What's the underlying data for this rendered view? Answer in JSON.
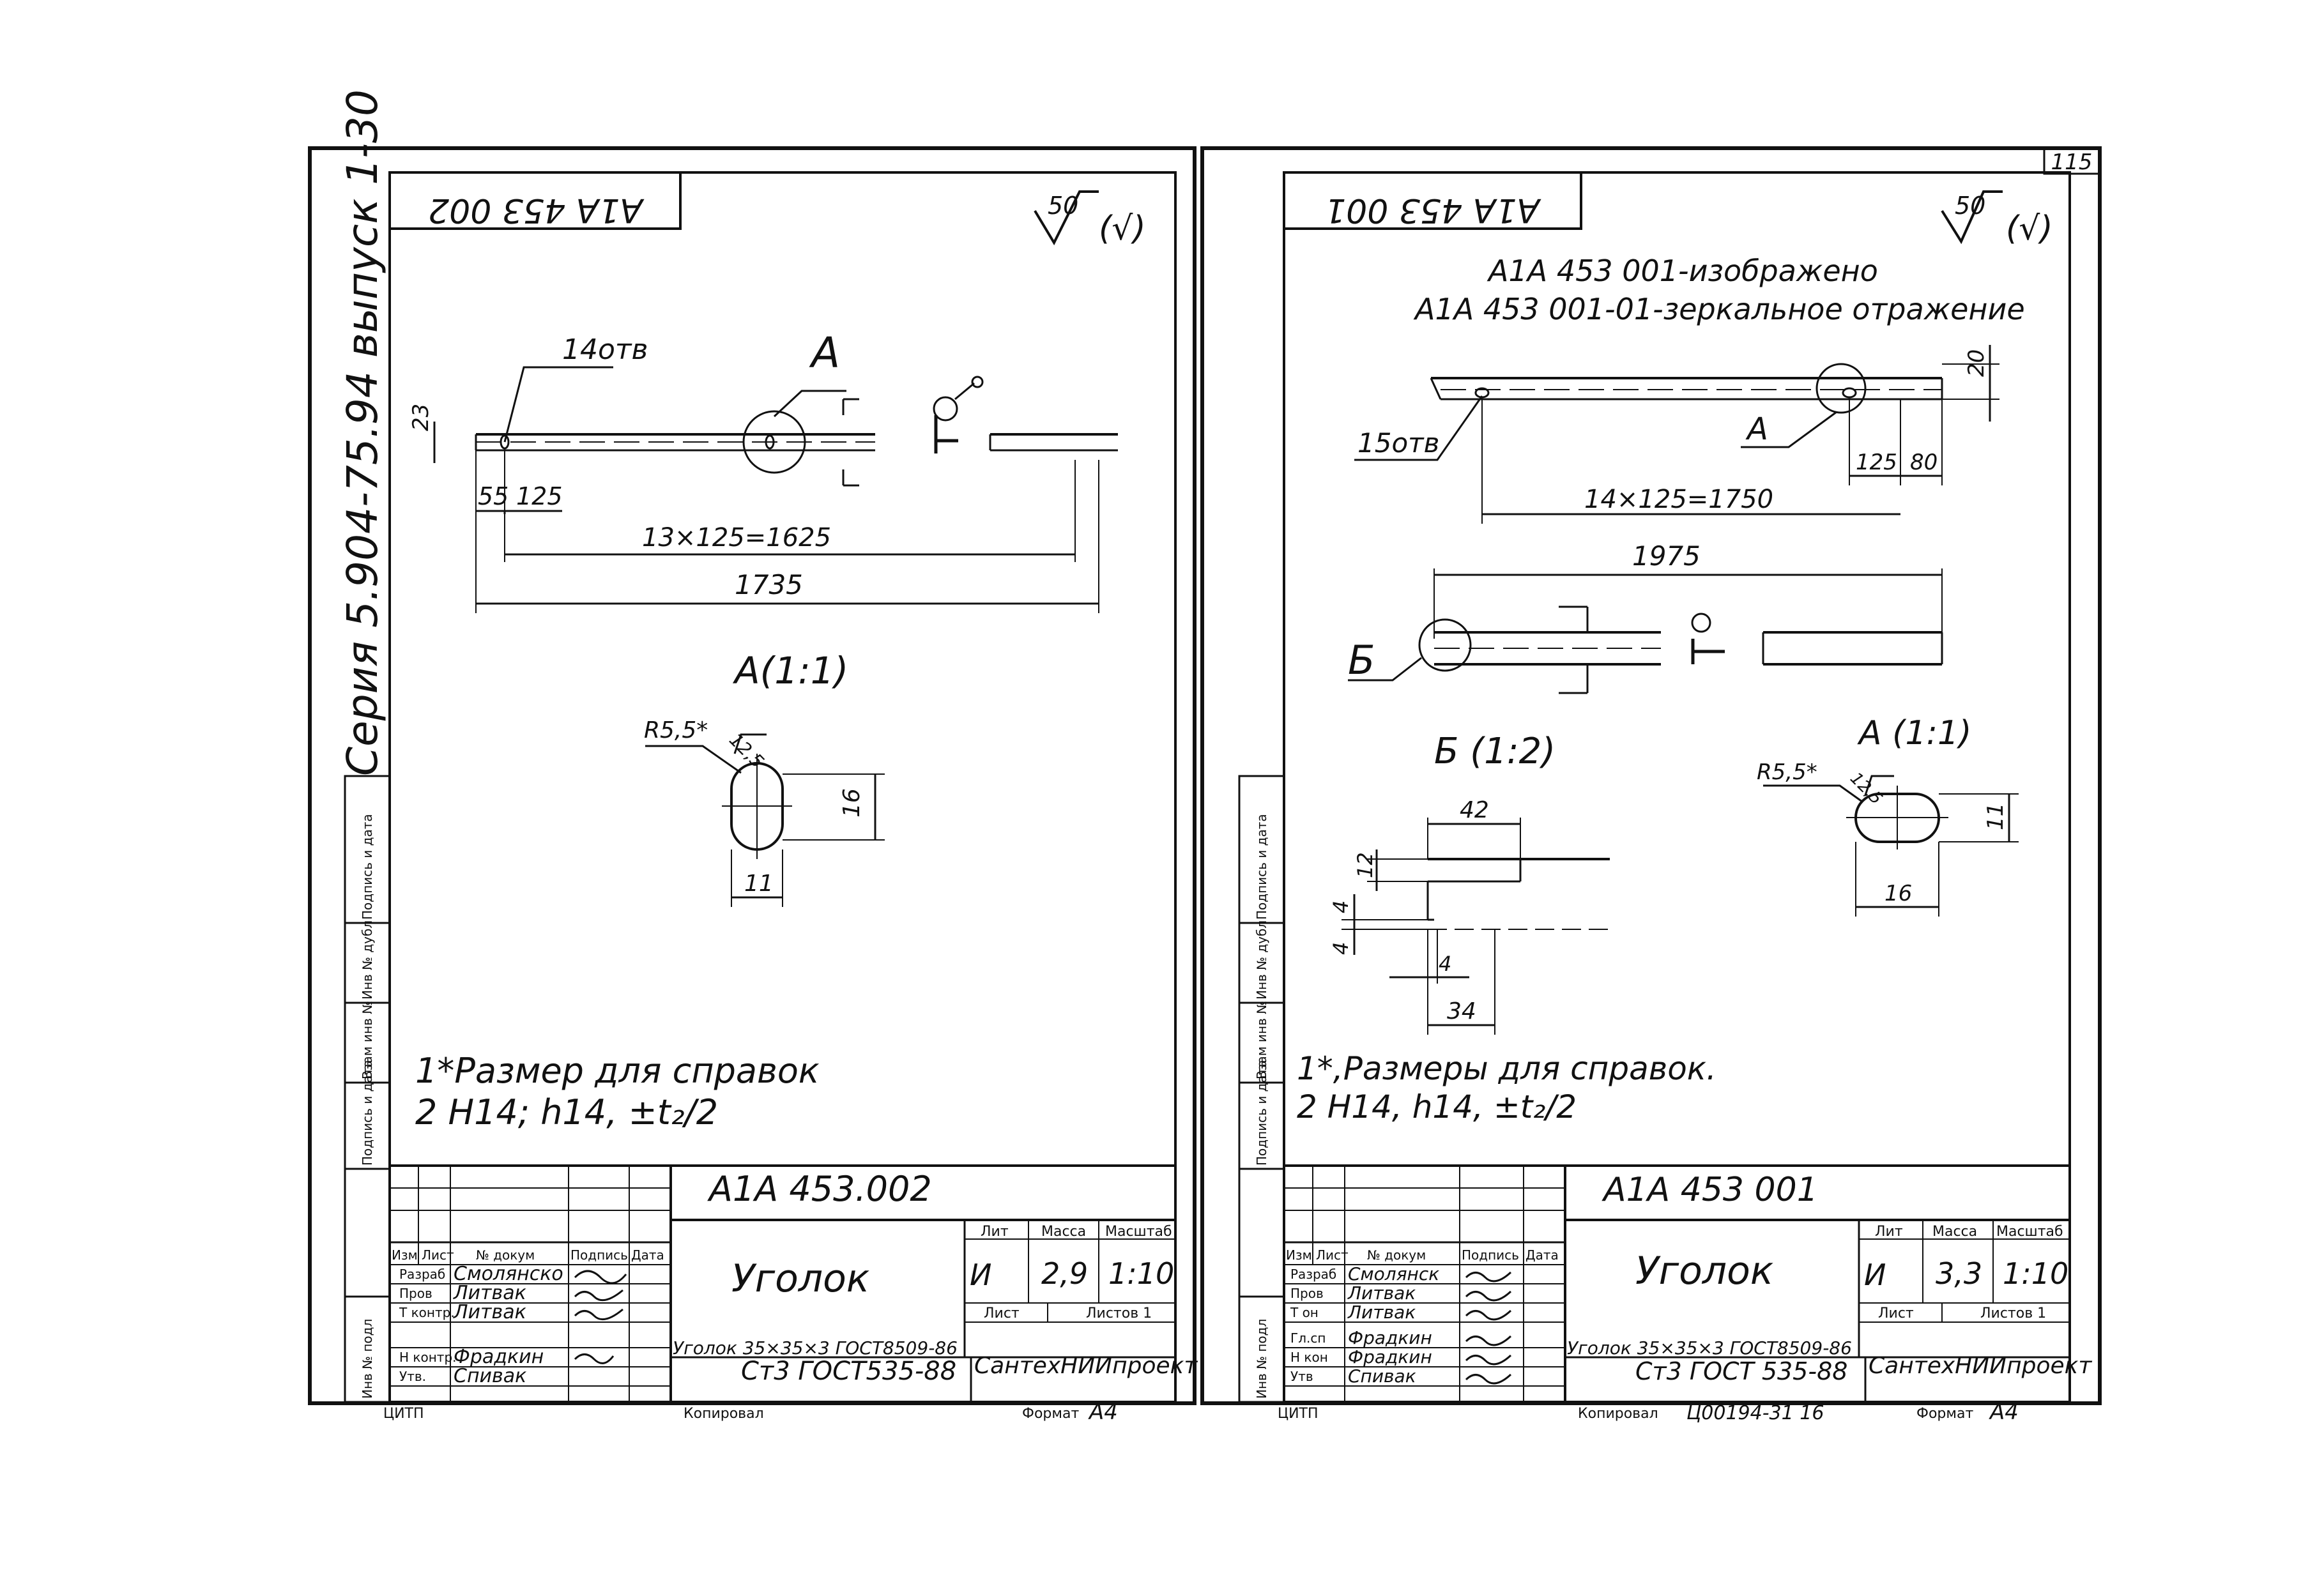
{
  "page_number": "115",
  "left_sheet": {
    "series_text": "Серия 5.904-75.94 выпуск 1-30",
    "mirror_code": "A1A 453 002",
    "roughness": "50",
    "roughness_paren": "(√)",
    "holes_label": "14отв",
    "detail_a_label": "A",
    "dims": {
      "height": "23",
      "first_offset": "55",
      "pitch": "125",
      "hole_chain": "13×125=1625",
      "total": "1735"
    },
    "detail_a_title": "A(1:1)",
    "detail_a_radius": "R5,5*",
    "detail_a_roughness": "12,5",
    "detail_a_len": "16",
    "detail_a_width": "11",
    "note1": "1*Размер для справок",
    "note2": "2 H14; h14, ±t₂/2"
  },
  "right_sheet": {
    "mirror_code": "A1A 453 001",
    "roughness": "50",
    "roughness_paren": "(√)",
    "heading1": "A1A 453 001-изображено",
    "heading2": "A1A 453 001-01-зеркальное отражение",
    "holes_label": "15отв",
    "detail_a_label": "A",
    "dims": {
      "height": "20",
      "pitch": "125",
      "end_offset": "80",
      "hole_chain": "14×125=1750",
      "total": "1975"
    },
    "detail_b_label": "Б",
    "detail_b_title": "Б (1:2)",
    "detail_b_dims": {
      "w42": "42",
      "h12": "12",
      "h4a": "4",
      "h4b": "4",
      "w4": "4",
      "w34": "34"
    },
    "detail_a_title": "A (1:1)",
    "detail_a_radius": "R5,5*",
    "detail_a_roughness": "12,5",
    "detail_a_height": "11",
    "detail_a_len": "16",
    "note1": "1*,Размеры для справок.",
    "note2": "2 H14, h14, ±t₂/2"
  },
  "side_labels": [
    "Подпись и дата",
    "Инв № дубл",
    "Взам инв №",
    "Подпись и дата",
    "Инв № подл"
  ],
  "title_blocks": [
    {
      "doc_code": "A1A 453.002",
      "name": "Уголок",
      "lit_header": "Лит",
      "mass_header": "Масса",
      "scale_header": "Масштаб",
      "lit": "И",
      "mass": "2,9",
      "scale": "1:10",
      "sheet_label": "Лист",
      "sheets_label": "Листов 1",
      "material_line1": "Уголок 35×35×3 ГОСТ8509-86",
      "material_line2": "Ст3 ГОСТ535-88",
      "org": "СантехНИИпроект",
      "col_headers": [
        "Изм",
        "Лист",
        "№ докум",
        "Подпись",
        "Дата"
      ],
      "roles": [
        "Разраб",
        "Пров",
        "Т контр.",
        "",
        "Н контр.",
        "Утв."
      ],
      "people": [
        "Смолянско",
        "Литвак",
        "Литвак",
        "",
        "Фрадкин",
        "Спивак"
      ],
      "footer_left": "ЦИТП",
      "footer_mid": "Копировал",
      "footer_format": "Формат",
      "format": "A4",
      "footer_extra": ""
    },
    {
      "doc_code": "A1A 453 001",
      "name": "Уголок",
      "lit_header": "Лит",
      "mass_header": "Масса",
      "scale_header": "Масштаб",
      "lit": "И",
      "mass": "3,3",
      "scale": "1:10",
      "sheet_label": "Лист",
      "sheets_label": "Листов 1",
      "material_line1": "Уголок 35×35×3 ГОСТ8509-86",
      "material_line2": "Ст3 ГОСТ 535-88",
      "org": "СантехНИИпроект",
      "col_headers": [
        "Изм",
        "Лист",
        "№ докум",
        "Подпись",
        "Дата"
      ],
      "roles": [
        "Разраб",
        "Пров",
        "Т    он",
        "Гл.сп",
        "Н кон",
        "Утв"
      ],
      "people": [
        "Смолянск",
        "Литвак",
        "Литвак",
        "Фрадкин",
        "Фрадкин",
        "Спивак"
      ],
      "footer_left": "ЦИТП",
      "footer_mid": "Копировал",
      "footer_format": "Формат",
      "format": "A4",
      "footer_extra": "Ц00194-31  16"
    }
  ]
}
